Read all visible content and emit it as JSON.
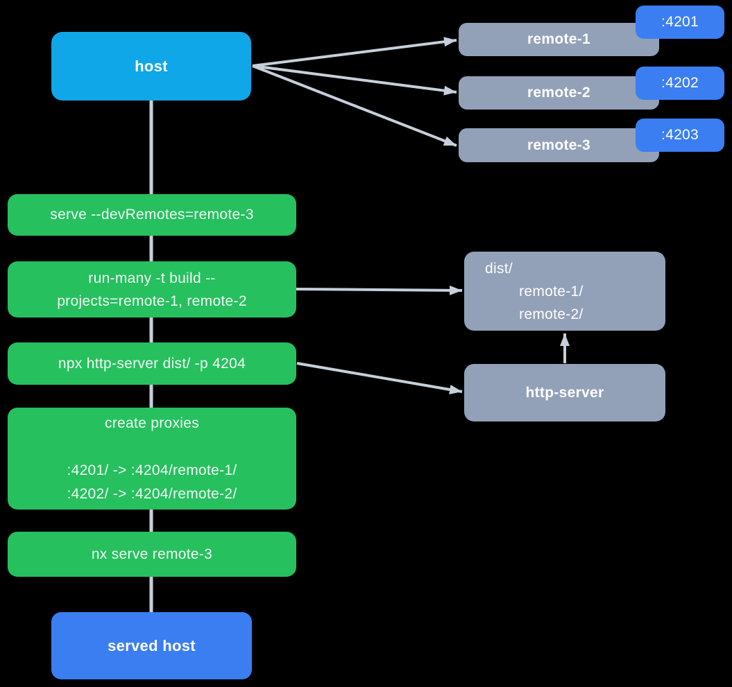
{
  "diagram": {
    "host": {
      "label": "host"
    },
    "remotes": [
      {
        "label": "remote-1",
        "port": ":4201"
      },
      {
        "label": "remote-2",
        "port": ":4202"
      },
      {
        "label": "remote-3",
        "port": ":4203"
      }
    ],
    "steps": [
      {
        "text": "serve --devRemotes=remote-3"
      },
      {
        "text": "run-many -t build --\nprojects=remote-1, remote-2"
      },
      {
        "text": "npx http-server dist/ -p 4204"
      },
      {
        "text": "create proxies\n\n:4201/ -> :4204/remote-1/\n:4202/ -> :4204/remote-2/"
      },
      {
        "text": "nx serve remote-3"
      }
    ],
    "dist": {
      "text": "dist/\n        remote-1/\n        remote-2/"
    },
    "http_server": {
      "label": "http-server"
    },
    "served_host": {
      "label": "served host"
    },
    "colors": {
      "host": "#10a7e8",
      "step_green": "#26c05e",
      "remote_gray": "#92a0b8",
      "port_blue": "#3b7ef2",
      "connector": "#c6cfdb",
      "background": "#000000"
    }
  }
}
